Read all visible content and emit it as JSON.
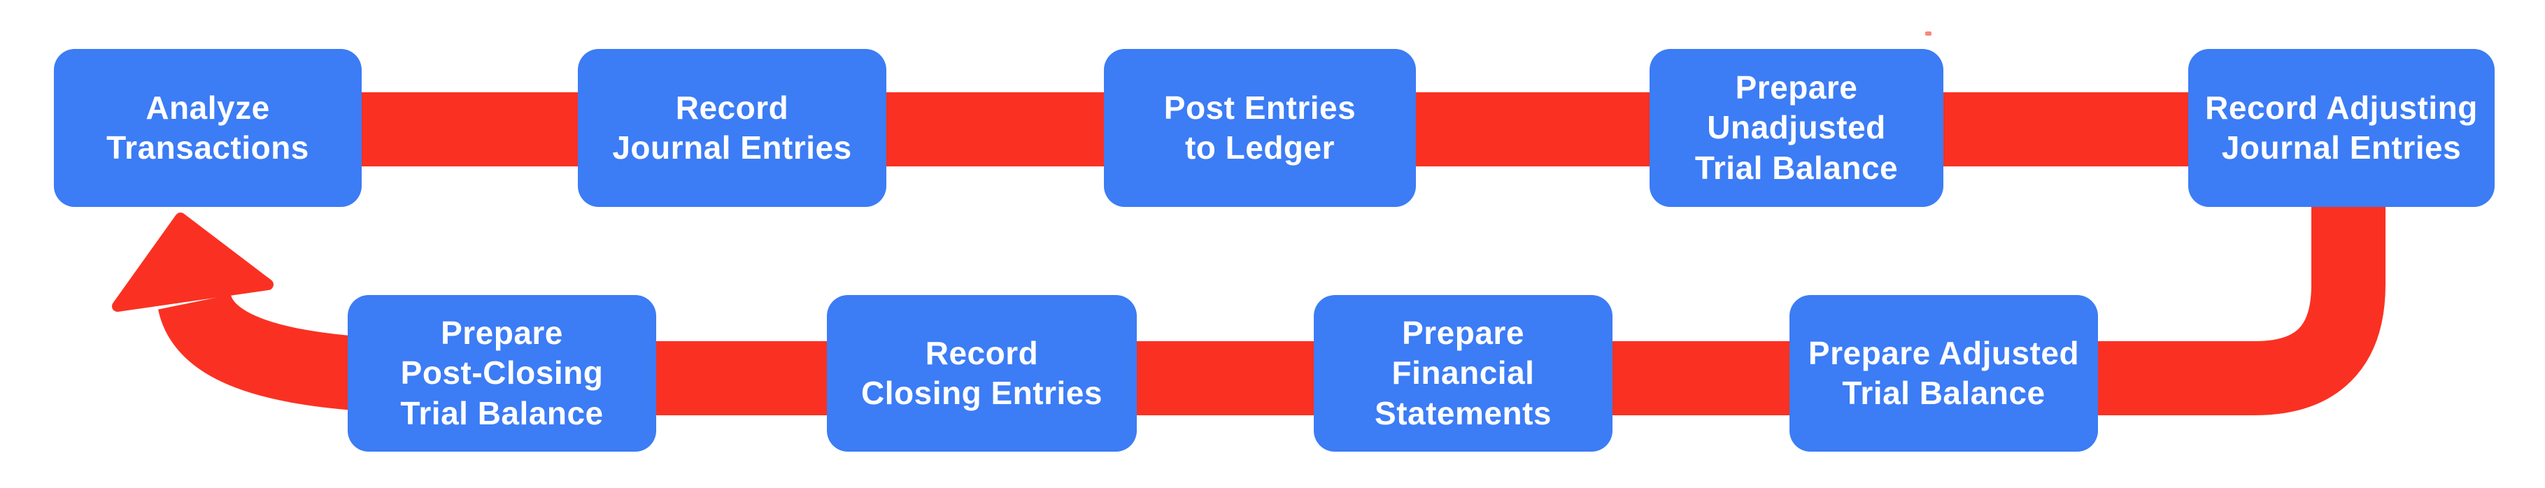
{
  "diagram": {
    "type": "cycle-flowchart",
    "colors": {
      "box_blue": "#3c7cf5",
      "arrow_red": "#fa3122",
      "text_white": "#ffffff",
      "background": "#ffffff"
    },
    "steps": [
      {
        "label": "Analyze\nTransactions"
      },
      {
        "label": "Record\nJournal Entries"
      },
      {
        "label": "Post Entries\nto Ledger"
      },
      {
        "label": "Prepare\nUnadjusted\nTrial Balance"
      },
      {
        "label": "Record Adjusting\nJournal Entries"
      },
      {
        "label": "Prepare Adjusted\nTrial Balance"
      },
      {
        "label": "Prepare\nFinancial\nStatements"
      },
      {
        "label": "Record\nClosing Entries"
      },
      {
        "label": "Prepare\nPost-Closing\nTrial Balance"
      }
    ]
  }
}
